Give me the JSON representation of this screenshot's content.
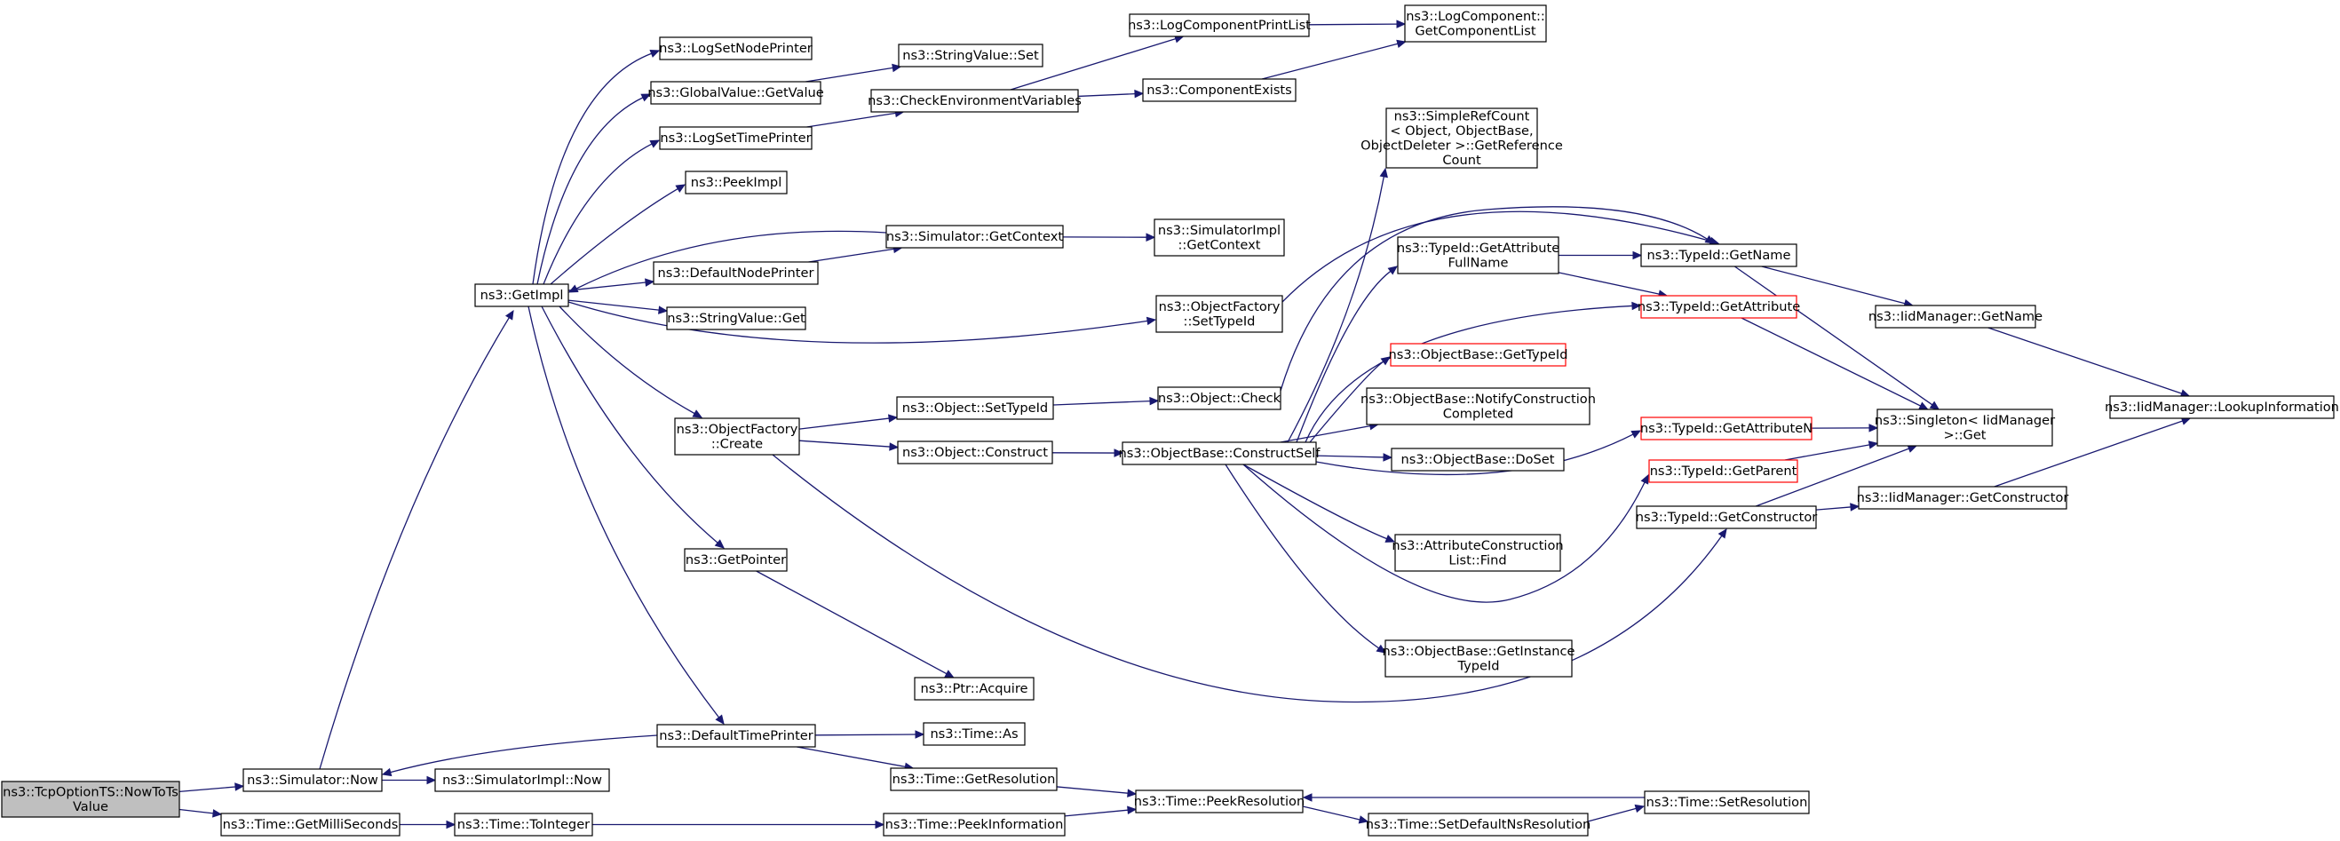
{
  "colors": {
    "edge": "#191970",
    "node_border": "#000000",
    "root_fill": "#bfbfbf",
    "external_border": "#ff0000",
    "background": "#ffffff"
  },
  "nodes": [
    {
      "id": "nowtots",
      "lines": [
        "ns3::TcpOptionTS::NowToTs",
        "Value"
      ],
      "root": true
    },
    {
      "id": "sim_now",
      "lines": [
        "ns3::Simulator::Now"
      ]
    },
    {
      "id": "getmilli",
      "lines": [
        "ns3::Time::GetMilliSeconds"
      ]
    },
    {
      "id": "getimpl",
      "lines": [
        "ns3::GetImpl"
      ]
    },
    {
      "id": "simimpl_now",
      "lines": [
        "ns3::SimulatorImpl::Now"
      ]
    },
    {
      "id": "tointeger",
      "lines": [
        "ns3::Time::ToInteger"
      ]
    },
    {
      "id": "logsetnode",
      "lines": [
        "ns3::LogSetNodePrinter"
      ]
    },
    {
      "id": "gv_getvalue",
      "lines": [
        "ns3::GlobalValue::GetValue"
      ]
    },
    {
      "id": "logsettime",
      "lines": [
        "ns3::LogSetTimePrinter"
      ]
    },
    {
      "id": "peekimpl",
      "lines": [
        "ns3::PeekImpl"
      ]
    },
    {
      "id": "defnodeprinter",
      "lines": [
        "ns3::DefaultNodePrinter"
      ]
    },
    {
      "id": "sv_get",
      "lines": [
        "ns3::StringValue::Get"
      ]
    },
    {
      "id": "of_create",
      "lines": [
        "ns3::ObjectFactory",
        "::Create"
      ]
    },
    {
      "id": "getpointer",
      "lines": [
        "ns3::GetPointer"
      ]
    },
    {
      "id": "deftimeprinter",
      "lines": [
        "ns3::DefaultTimePrinter"
      ]
    },
    {
      "id": "sv_set",
      "lines": [
        "ns3::StringValue::Set"
      ]
    },
    {
      "id": "checkenv",
      "lines": [
        "ns3::CheckEnvironmentVariables"
      ]
    },
    {
      "id": "sim_getcontext",
      "lines": [
        "ns3::Simulator::GetContext"
      ]
    },
    {
      "id": "obj_settypeid",
      "lines": [
        "ns3::Object::SetTypeId"
      ]
    },
    {
      "id": "obj_construct",
      "lines": [
        "ns3::Object::Construct"
      ]
    },
    {
      "id": "ptr_acquire",
      "lines": [
        "ns3::Ptr::Acquire"
      ]
    },
    {
      "id": "time_as",
      "lines": [
        "ns3::Time::As"
      ]
    },
    {
      "id": "time_getres",
      "lines": [
        "ns3::Time::GetResolution"
      ]
    },
    {
      "id": "time_peekinfo",
      "lines": [
        "ns3::Time::PeekInformation"
      ]
    },
    {
      "id": "logcompprint",
      "lines": [
        "ns3::LogComponentPrintList"
      ]
    },
    {
      "id": "compexists",
      "lines": [
        "ns3::ComponentExists"
      ]
    },
    {
      "id": "simimpl_getctx",
      "lines": [
        "ns3::SimulatorImpl",
        "::GetContext"
      ]
    },
    {
      "id": "of_settypeid",
      "lines": [
        "ns3::ObjectFactory",
        "::SetTypeId"
      ]
    },
    {
      "id": "obj_check",
      "lines": [
        "ns3::Object::Check"
      ]
    },
    {
      "id": "ob_constructself",
      "lines": [
        "ns3::ObjectBase::ConstructSelf"
      ]
    },
    {
      "id": "time_peekres",
      "lines": [
        "ns3::Time::PeekResolution"
      ]
    },
    {
      "id": "logcomp_getlist",
      "lines": [
        "ns3::LogComponent::",
        "GetComponentList"
      ]
    },
    {
      "id": "simplerefcount",
      "lines": [
        "ns3::SimpleRefCount",
        "< Object, ObjectBase,",
        "ObjectDeleter >::GetReference",
        "Count"
      ]
    },
    {
      "id": "tid_getattrfull",
      "lines": [
        "ns3::TypeId::GetAttribute",
        "FullName"
      ]
    },
    {
      "id": "ob_gettypeid",
      "lines": [
        "ns3::ObjectBase::GetTypeId"
      ],
      "external": true
    },
    {
      "id": "ob_notify",
      "lines": [
        "ns3::ObjectBase::NotifyConstruction",
        "Completed"
      ]
    },
    {
      "id": "ob_doset",
      "lines": [
        "ns3::ObjectBase::DoSet"
      ]
    },
    {
      "id": "acl_find",
      "lines": [
        "ns3::AttributeConstruction",
        "List::Find"
      ]
    },
    {
      "id": "ob_getinstance",
      "lines": [
        "ns3::ObjectBase::GetInstance",
        "TypeId"
      ]
    },
    {
      "id": "time_setdefns",
      "lines": [
        "ns3::Time::SetDefaultNsResolution"
      ]
    },
    {
      "id": "tid_getname",
      "lines": [
        "ns3::TypeId::GetName"
      ]
    },
    {
      "id": "tid_getattr",
      "lines": [
        "ns3::TypeId::GetAttribute"
      ],
      "external": true
    },
    {
      "id": "tid_getattrn",
      "lines": [
        "ns3::TypeId::GetAttributeN"
      ],
      "external": true
    },
    {
      "id": "tid_getparent",
      "lines": [
        "ns3::TypeId::GetParent"
      ],
      "external": true
    },
    {
      "id": "tid_getctor",
      "lines": [
        "ns3::TypeId::GetConstructor"
      ]
    },
    {
      "id": "time_setres",
      "lines": [
        "ns3::Time::SetResolution"
      ]
    },
    {
      "id": "iid_getname",
      "lines": [
        "ns3::IidManager::GetName"
      ]
    },
    {
      "id": "singleton_get",
      "lines": [
        "ns3::Singleton< IidManager",
        ">::Get"
      ]
    },
    {
      "id": "iid_getctor",
      "lines": [
        "ns3::IidManager::GetConstructor"
      ]
    },
    {
      "id": "iid_lookup",
      "lines": [
        "ns3::IidManager::LookupInformation"
      ]
    }
  ],
  "edges": [
    [
      "nowtots",
      "sim_now"
    ],
    [
      "nowtots",
      "getmilli"
    ],
    [
      "sim_now",
      "getimpl"
    ],
    [
      "sim_now",
      "simimpl_now"
    ],
    [
      "getmilli",
      "tointeger"
    ],
    [
      "tointeger",
      "time_peekinfo"
    ],
    [
      "getimpl",
      "logsetnode"
    ],
    [
      "getimpl",
      "gv_getvalue"
    ],
    [
      "getimpl",
      "logsettime"
    ],
    [
      "getimpl",
      "peekimpl"
    ],
    [
      "getimpl",
      "defnodeprinter"
    ],
    [
      "getimpl",
      "sv_get"
    ],
    [
      "getimpl",
      "of_settypeid"
    ],
    [
      "getimpl",
      "of_create"
    ],
    [
      "getimpl",
      "getpointer"
    ],
    [
      "getimpl",
      "deftimeprinter"
    ],
    [
      "sim_getcontext",
      "getimpl"
    ],
    [
      "sim_getcontext",
      "simimpl_getctx"
    ],
    [
      "defnodeprinter",
      "sim_getcontext"
    ],
    [
      "gv_getvalue",
      "sv_set"
    ],
    [
      "logsettime",
      "checkenv"
    ],
    [
      "checkenv",
      "logcompprint"
    ],
    [
      "checkenv",
      "compexists"
    ],
    [
      "logcompprint",
      "logcomp_getlist"
    ],
    [
      "compexists",
      "logcomp_getlist"
    ],
    [
      "of_settypeid",
      "tid_getname"
    ],
    [
      "of_create",
      "obj_settypeid"
    ],
    [
      "of_create",
      "obj_construct"
    ],
    [
      "of_create",
      "tid_getctor"
    ],
    [
      "obj_settypeid",
      "obj_check"
    ],
    [
      "obj_check",
      "tid_getname"
    ],
    [
      "obj_construct",
      "ob_constructself"
    ],
    [
      "getpointer",
      "ptr_acquire"
    ],
    [
      "deftimeprinter",
      "sim_now"
    ],
    [
      "deftimeprinter",
      "time_as"
    ],
    [
      "deftimeprinter",
      "time_getres"
    ],
    [
      "time_getres",
      "time_peekres"
    ],
    [
      "time_peekinfo",
      "time_peekres"
    ],
    [
      "time_peekres",
      "time_setdefns"
    ],
    [
      "time_setdefns",
      "time_setres"
    ],
    [
      "time_setres",
      "time_peekres"
    ],
    [
      "ob_constructself",
      "simplerefcount"
    ],
    [
      "ob_constructself",
      "tid_getattrfull"
    ],
    [
      "ob_constructself",
      "tid_getattr"
    ],
    [
      "ob_constructself",
      "ob_gettypeid"
    ],
    [
      "ob_constructself",
      "ob_notify"
    ],
    [
      "ob_constructself",
      "ob_doset"
    ],
    [
      "ob_constructself",
      "tid_getattrn"
    ],
    [
      "ob_constructself",
      "acl_find"
    ],
    [
      "ob_constructself",
      "tid_getparent"
    ],
    [
      "ob_constructself",
      "ob_getinstance"
    ],
    [
      "tid_getattrfull",
      "tid_getname"
    ],
    [
      "tid_getattrfull",
      "tid_getattr"
    ],
    [
      "tid_getname",
      "iid_getname"
    ],
    [
      "tid_getname",
      "singleton_get"
    ],
    [
      "tid_getattr",
      "singleton_get"
    ],
    [
      "tid_getattrn",
      "singleton_get"
    ],
    [
      "tid_getparent",
      "singleton_get"
    ],
    [
      "tid_getctor",
      "singleton_get"
    ],
    [
      "tid_getctor",
      "iid_getctor"
    ],
    [
      "iid_getname",
      "iid_lookup"
    ],
    [
      "iid_getctor",
      "iid_lookup"
    ]
  ]
}
